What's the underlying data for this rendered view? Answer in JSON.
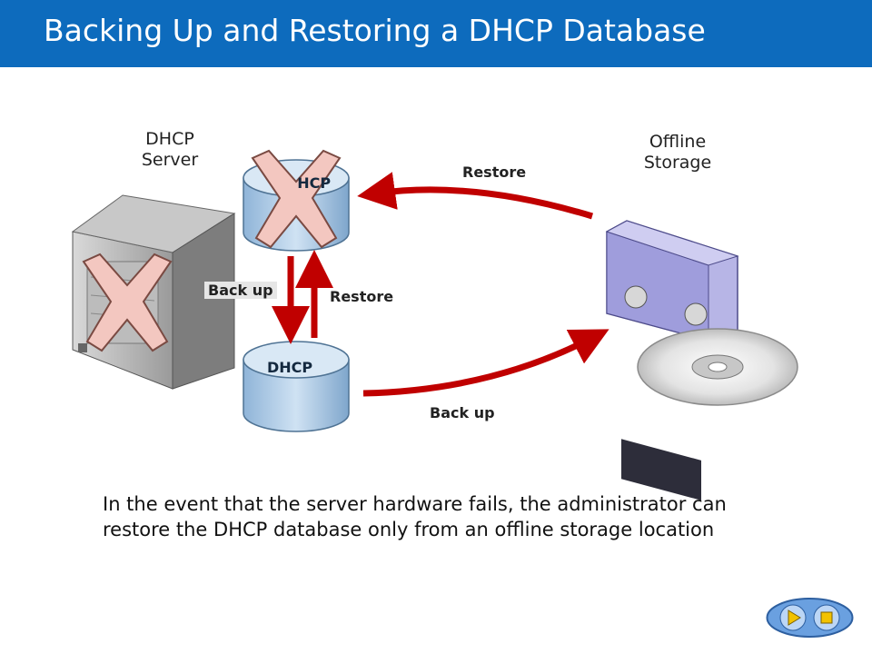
{
  "slide": {
    "title": "Backing Up and Restoring a DHCP Database"
  },
  "labels": {
    "server": "DHCP\nServer",
    "storage": "Offline\nStorage"
  },
  "arrows": {
    "restore_from_storage": "Restore",
    "backup_down": "Back up",
    "restore_up": "Restore",
    "backup_to_storage": "Back up"
  },
  "databases": {
    "primary": "DHCP",
    "backup": "DHCP"
  },
  "description": "In the event that the server hardware fails, the administrator can restore the DHCP database only from an offline storage location",
  "colors": {
    "title_bar": "#0d6bbd",
    "arrow": "#c00000",
    "database": "#a9c8e6",
    "failure_mark": "#f3c7c0"
  },
  "icons": {
    "server": "server-tower-icon",
    "tape": "tape-cartridge-icon",
    "disc": "optical-disc-icon",
    "failure": "failure-x-icon",
    "nav_next": "play-triangle-icon",
    "nav_stop": "stop-square-icon"
  }
}
